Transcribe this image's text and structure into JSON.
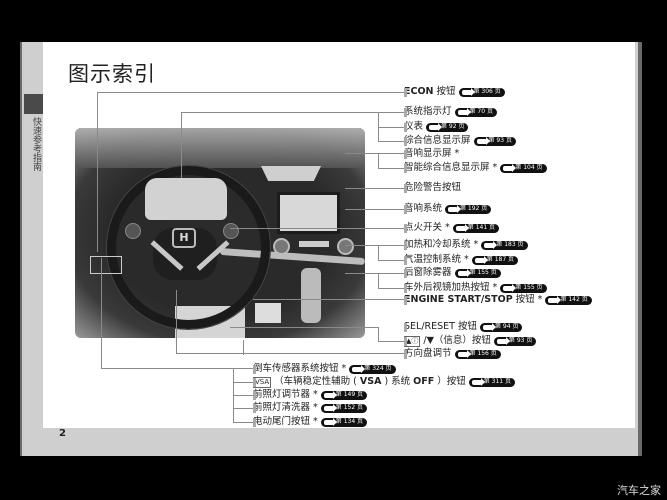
{
  "page": {
    "title": "图示索引",
    "side_tab": "快速参考指南",
    "page_number": "2",
    "watermark": "汽车之家"
  },
  "ref_prefix": "第",
  "ref_suffix": "页",
  "labels_right": [
    {
      "id": "econ",
      "text": "ECON 按钮",
      "bold_part": "ECON",
      "page": "306"
    },
    {
      "id": "indicators",
      "text": "系统指示灯",
      "page": "70"
    },
    {
      "id": "gauges",
      "text": "仪表",
      "page": "92"
    },
    {
      "id": "mid",
      "text": "综合信息显示屏",
      "page": "93"
    },
    {
      "id": "audio-display",
      "text": "音响显示屏 *",
      "page": ""
    },
    {
      "id": "i-mid",
      "text": "智能综合信息显示屏 *",
      "page": "104"
    },
    {
      "id": "hazard",
      "text": "危险警告按钮",
      "page": ""
    },
    {
      "id": "audio",
      "text": "音响系统",
      "page": "192"
    },
    {
      "id": "ignition",
      "text": "点火开关 *",
      "page": "141"
    },
    {
      "id": "heating",
      "text": "加热和冷却系统 *",
      "page": "183"
    },
    {
      "id": "climate",
      "text": "气温控制系统 *",
      "page": "187"
    },
    {
      "id": "rear-defog",
      "text": "后窗除雾器",
      "page": "155"
    },
    {
      "id": "mirror-heat",
      "text": "车外后视镜加热按钮 *",
      "page": "155"
    },
    {
      "id": "engine-start",
      "text": "ENGINE START/STOP 按钮 *",
      "bold_part": "ENGINE START/STOP",
      "page": "142"
    },
    {
      "id": "sel-reset",
      "text": "SEL/RESET 按钮",
      "page": "94"
    },
    {
      "id": "info",
      "text": "▲ⓘ/▼（信息）按钮",
      "page": "93"
    },
    {
      "id": "steering-adjust",
      "text": "方向盘调节",
      "page": "156"
    }
  ],
  "labels_bottom": [
    {
      "id": "parking-sensor",
      "text": "倒车传感器系统按钮 *",
      "page": "324"
    },
    {
      "id": "vsa-off",
      "text": "（车辆稳定性辅助 (VSA) 系统 OFF）按钮",
      "symbol": "VSA",
      "page": "311"
    },
    {
      "id": "headlight-leveler",
      "text": "前照灯调节器 *",
      "page": "149"
    },
    {
      "id": "headlight-washer",
      "text": "前照灯清洗器 *",
      "page": "152"
    },
    {
      "id": "power-tailgate",
      "text": "电动尾门按钮 *",
      "page": "134"
    }
  ],
  "refs": {
    "econ": "第 306 页",
    "indicators": "第 70 页",
    "gauges": "第 92 页",
    "mid": "第 93 页",
    "i-mid": "第 104 页",
    "audio": "第 192 页",
    "ignition": "第 141 页",
    "heating": "第 183 页",
    "climate": "第 187 页",
    "rear-defog": "第 155 页",
    "mirror-heat": "第 155 页",
    "engine-start": "第 142 页",
    "sel-reset": "第 94 页",
    "info": "第 93 页",
    "steering-adjust": "第 156 页",
    "parking-sensor": "第 324 页",
    "vsa-off": "第 311 页",
    "headlight-leveler": "第 149 页",
    "headlight-washer": "第 152 页",
    "power-tailgate": "第 134 页"
  },
  "text": {
    "econ_bold": "ECON",
    "econ_rest": "按钮",
    "indicators": "系统指示灯",
    "gauges": "仪表",
    "mid": "综合信息显示屏",
    "audio_display": "音响显示屏 *",
    "i_mid": "智能综合信息显示屏 *",
    "hazard": "危险警告按钮",
    "audio": "音响系统",
    "ignition": "点火开关 *",
    "heating": "加热和冷却系统 *",
    "climate": "气温控制系统 *",
    "rear_defog": "后窗除雾器",
    "mirror_heat": "车外后视镜加热按钮 *",
    "engine_bold": "ENGINE START/STOP",
    "engine_rest": "按钮 *",
    "sel_reset": "SEL/RESET 按钮",
    "info_sym": "▲ⓘ",
    "info_rest": "/▼（信息）按钮",
    "steering": "方向盘调节",
    "parking": "倒车传感器系统按钮 *",
    "vsa_sym": "VSA",
    "vsa_pre": "（车辆稳定性辅助 (",
    "vsa_bold": "VSA",
    "vsa_mid": ") 系统 ",
    "vsa_off": "OFF",
    "vsa_post": "）按钮",
    "leveler": "前照灯调节器 *",
    "washer": "前照灯清洗器 *",
    "tailgate": "电动尾门按钮 *",
    "logo": "H"
  }
}
